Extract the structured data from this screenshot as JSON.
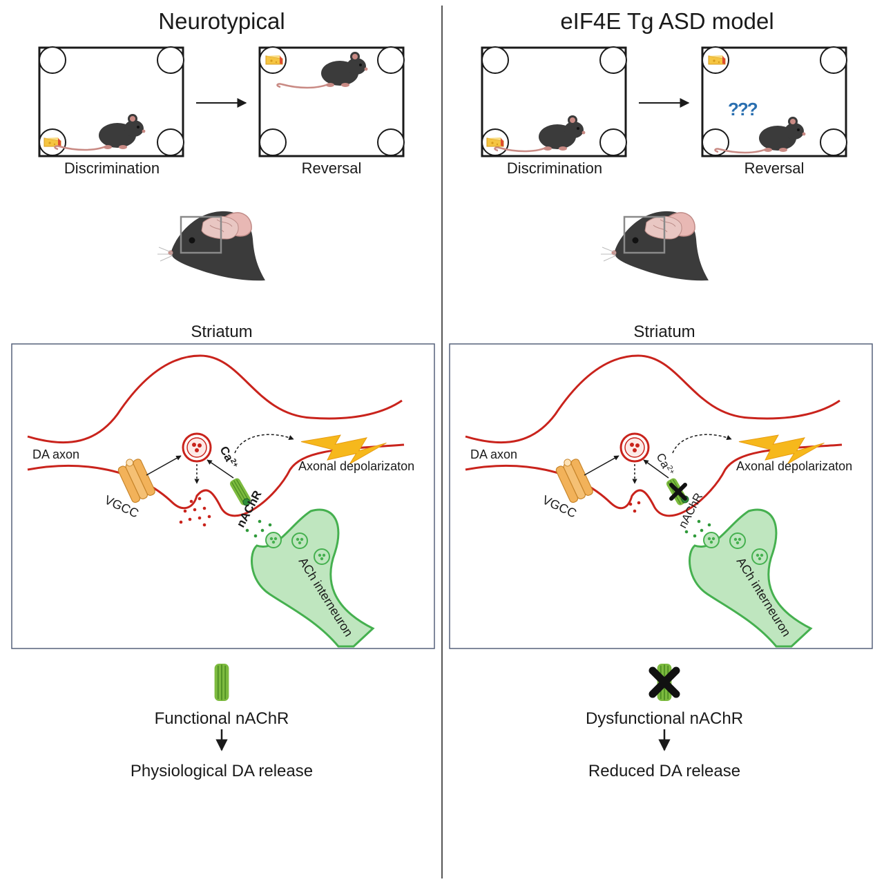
{
  "left": {
    "title": "Neurotypical",
    "discrimination_label": "Discrimination",
    "reversal_label": "Reversal",
    "region_label": "Striatum",
    "da_axon_label": "DA axon",
    "vgcc_label": "VGCC",
    "ca_label": "Ca",
    "ca_charge": "2+",
    "nachr_label": "nAChR",
    "depolarization_label": "Axonal depolarizaton",
    "interneuron_label": "ACh interneuron",
    "receptor_status": "Functional nAChR",
    "outcome": "Physiological DA release"
  },
  "right": {
    "title": "eIF4E Tg ASD model",
    "discrimination_label": "Discrimination",
    "reversal_label": "Reversal",
    "confusion_marks": "???",
    "region_label": "Striatum",
    "da_axon_label": "DA axon",
    "vgcc_label": "VGCC",
    "ca_label": "Ca",
    "ca_charge": "2+",
    "nachr_label": "nAChR",
    "depolarization_label": "Axonal depolarizaton",
    "interneuron_label": "ACh interneuron",
    "receptor_status": "Dysfunctional nAChR",
    "outcome": "Reduced DA release"
  },
  "colors": {
    "axon": "#c9231c",
    "interneuron_fill": "#bfe6bf",
    "interneuron_stroke": "#45b04f",
    "bolt": "#f6b81c",
    "vgcc": "#f2b25a",
    "receptor": "#7dbb3f",
    "cross": "#111111",
    "question": "#2a6fb0",
    "cheese": "#f5c542",
    "mouse": "#3b3b3b"
  }
}
